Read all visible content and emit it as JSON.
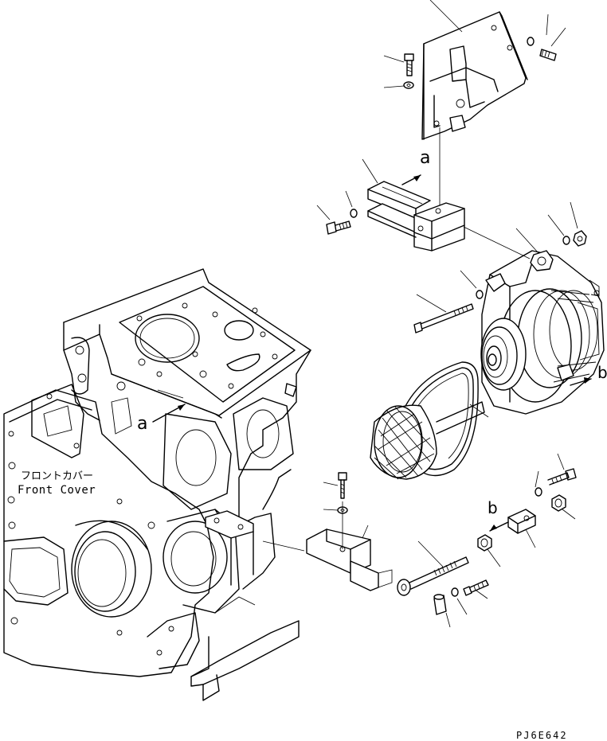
{
  "labels": {
    "front_cover_jp": "フロントカバー",
    "front_cover_en": "Front Cover",
    "view_a_upper": "a",
    "view_a_lower": "a",
    "view_b_upper": "b",
    "view_b_lower": "b"
  },
  "drawing_code": "PJ6E642"
}
